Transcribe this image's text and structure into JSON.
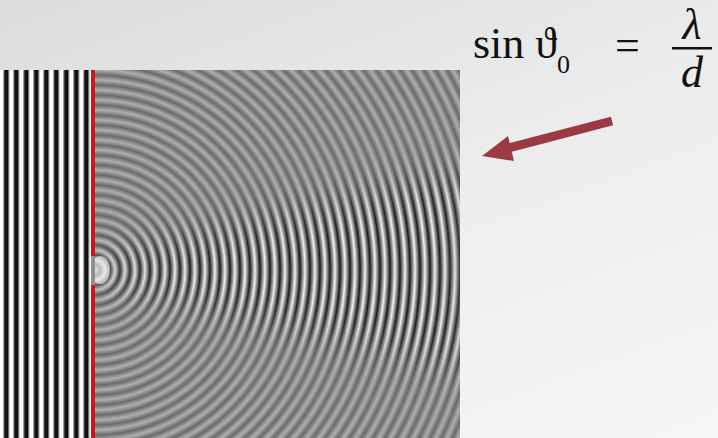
{
  "diagram": {
    "labels": [
      "sin ϑ",
      "0",
      "=",
      "λ",
      "d"
    ]
  }
}
